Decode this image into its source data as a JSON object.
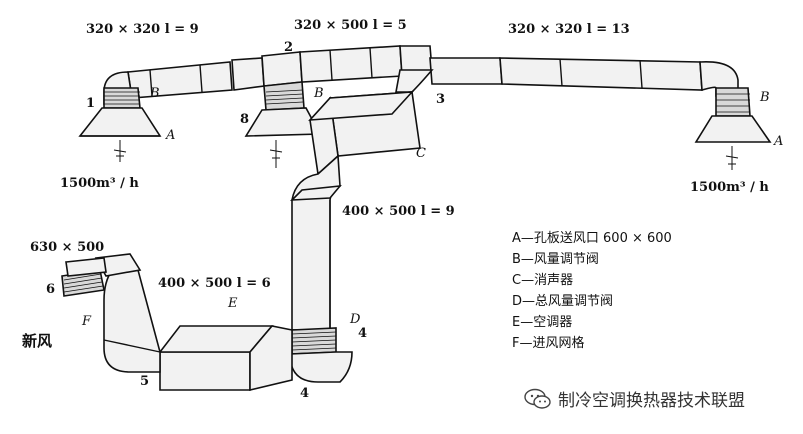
{
  "dims": {
    "top_left": "320 × 320  l = 9",
    "top_mid": "320 × 500  l = 5",
    "top_right": "320 × 320  l = 13",
    "riser": "400 × 500  l = 9",
    "lower": "400 × 500  l = 6",
    "fresh_inlet": "630 × 500"
  },
  "flows": {
    "left": "1500m³ / h",
    "right": "1500m³ / h"
  },
  "numbers": {
    "n1": "1",
    "n2": "2",
    "n3": "3",
    "n4a": "4",
    "n4b": "4",
    "n5": "5",
    "n6": "6",
    "n8": "8"
  },
  "tags": {
    "A_left": "A",
    "A_right": "A",
    "B_left": "B",
    "B_mid": "B",
    "B_right": "B",
    "C": "C",
    "D": "D",
    "E": "E",
    "F": "F"
  },
  "fresh_air_label": "新风",
  "legend": [
    "A—孔板送风口  600 × 600",
    "B—风量调节阀",
    "C—消声器",
    "D—总风量调节阀",
    "E—空调器",
    "F—进风网格"
  ],
  "watermark": "制冷空调换热器技术联盟",
  "watermark_icon": "wechat-icon"
}
